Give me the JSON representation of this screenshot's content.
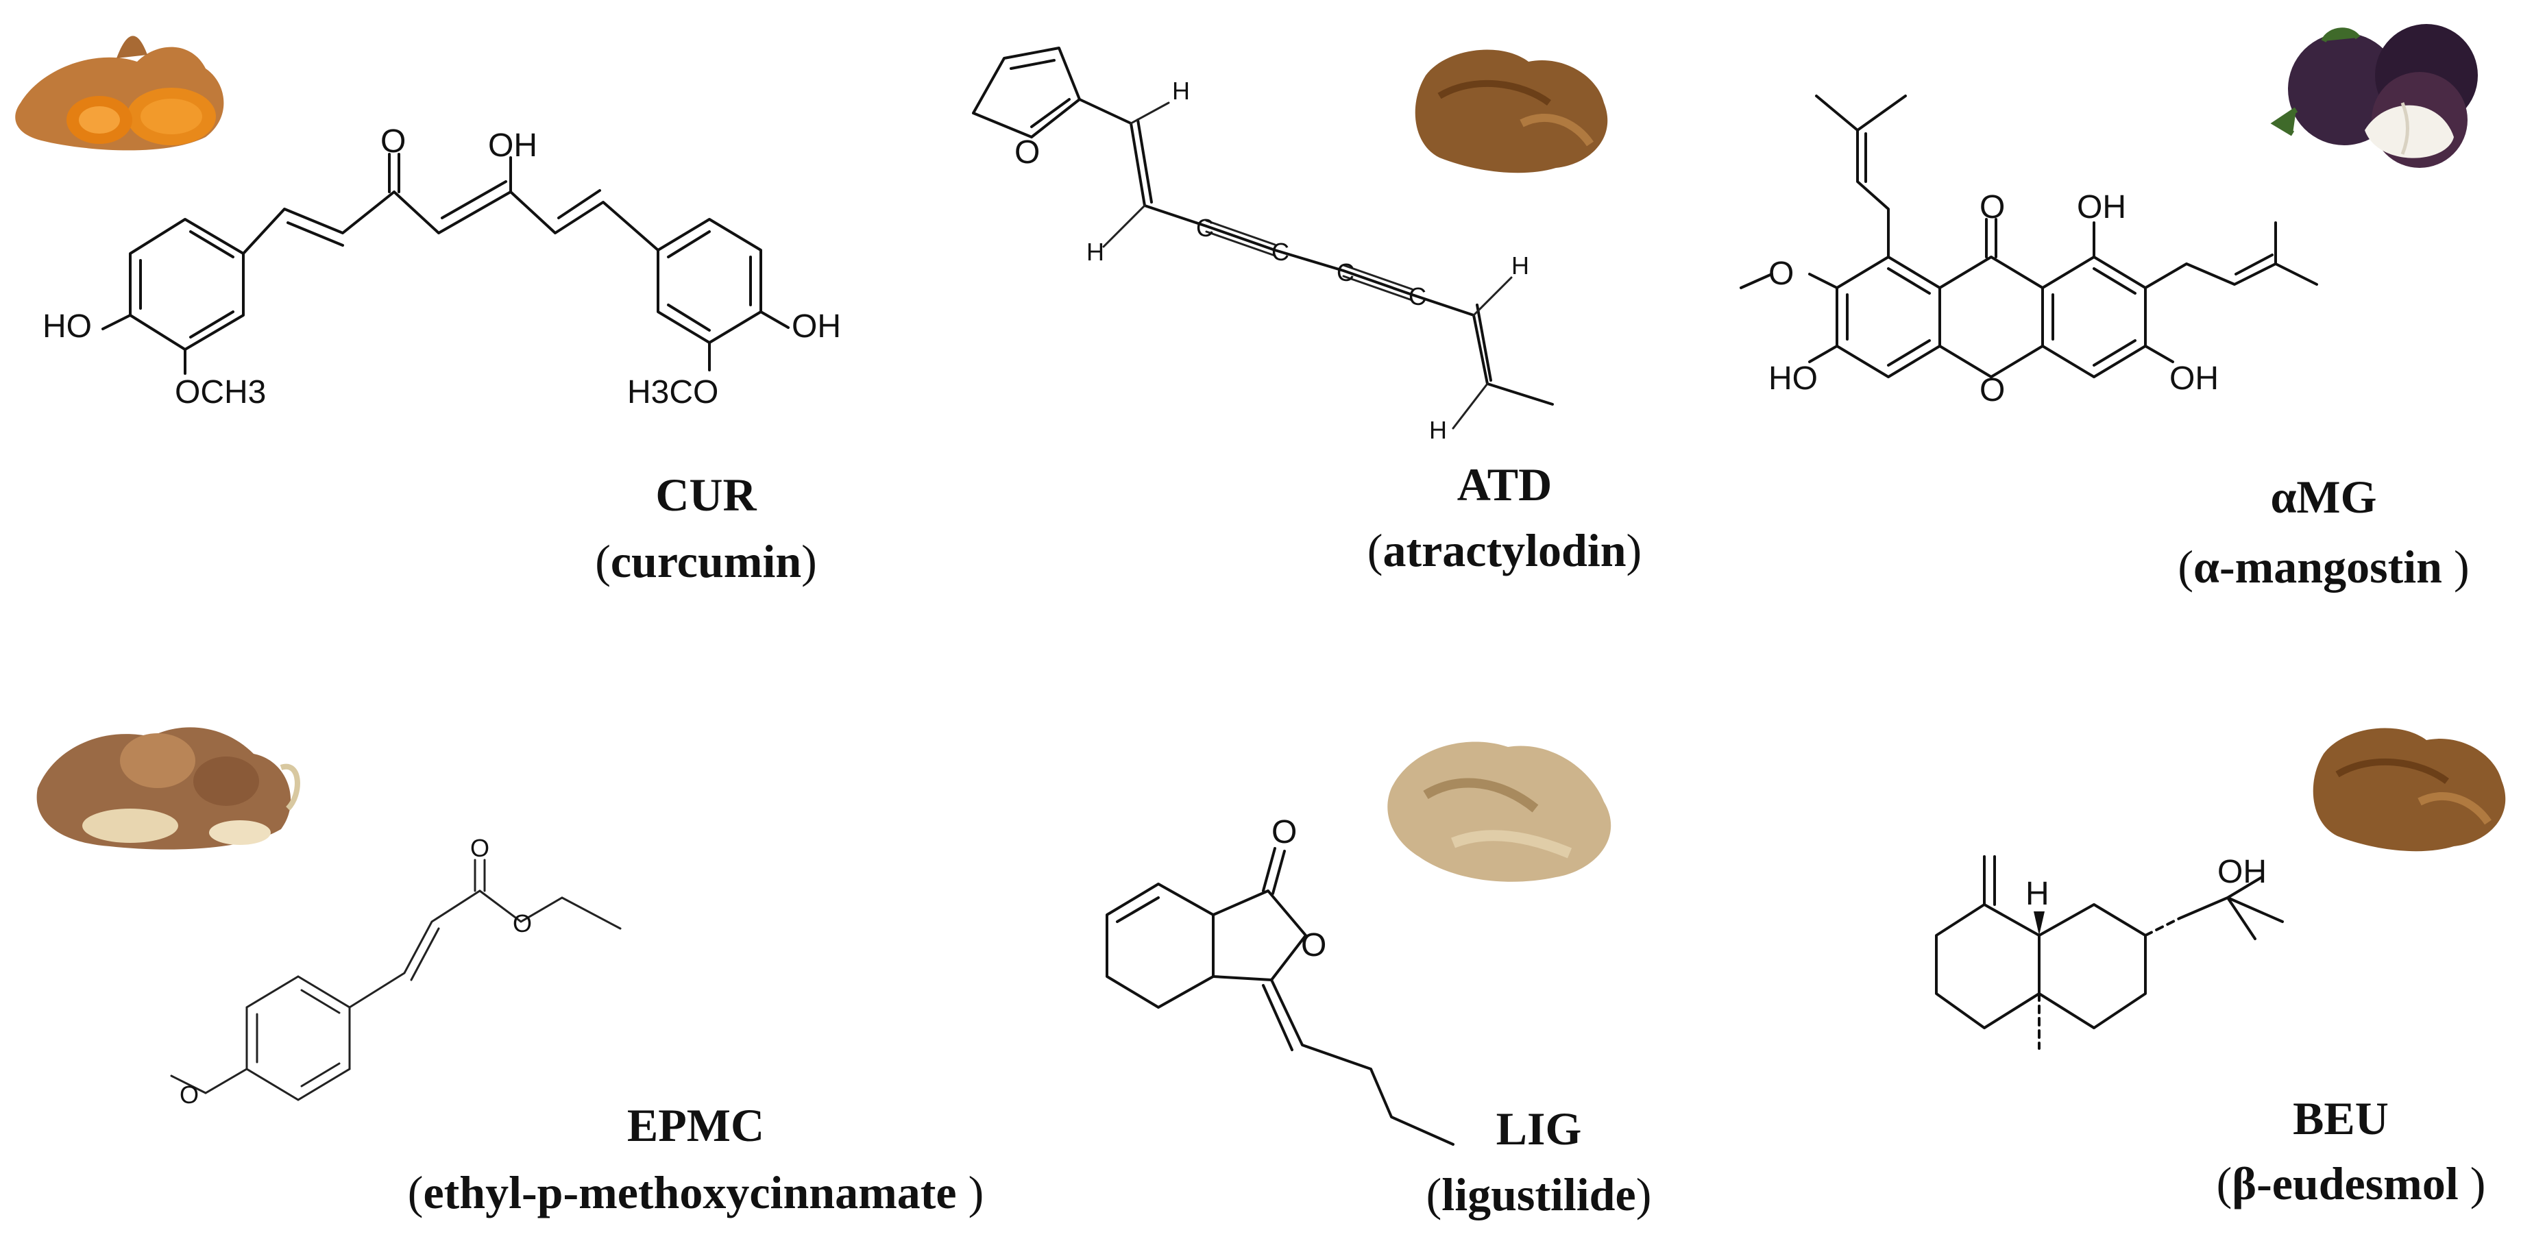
{
  "compounds": [
    {
      "abbr": "CUR",
      "name": "curcumin",
      "source": "turmeric-rhizome",
      "atoms": {
        "o_keto": "O",
        "o_enol": "OH",
        "hydroxy_left": "HO",
        "methoxy_left": "OCH3",
        "hydroxy_right": "OH",
        "methoxy_right": "H3CO"
      }
    },
    {
      "abbr": "ATD",
      "name": "atractylodin",
      "source": "atractylodes-rhizome",
      "atoms": {
        "o_furan": "O",
        "h": "H",
        "c": "C"
      }
    },
    {
      "abbr": "αMG",
      "name": "α-mangostin ",
      "source": "mangosteen-fruit",
      "atoms": {
        "o_keto": "O",
        "oh_1": "OH",
        "oh_3": "HO",
        "oh_6": "OH",
        "o_ring": "O",
        "methoxy": "O"
      }
    },
    {
      "abbr": "EPMC",
      "name": "ethyl-p-methoxycinnamate ",
      "source": "kaempferia-rhizome",
      "atoms": {
        "o": "O"
      }
    },
    {
      "abbr": "LIG",
      "name": "ligustilide",
      "source": "ligusticum-rhizome",
      "atoms": {
        "o": "O"
      }
    },
    {
      "abbr": "BEU",
      "name": "β-eudesmol ",
      "source": "atractylodes-rhizome",
      "atoms": {
        "oh": "OH",
        "h": "H"
      }
    }
  ],
  "colors": {
    "turmeric": "#e8891a",
    "rhizome_brown": "#8b5a2b",
    "mangosteen": "#3a2440",
    "pale_root": "#cdb48c"
  }
}
